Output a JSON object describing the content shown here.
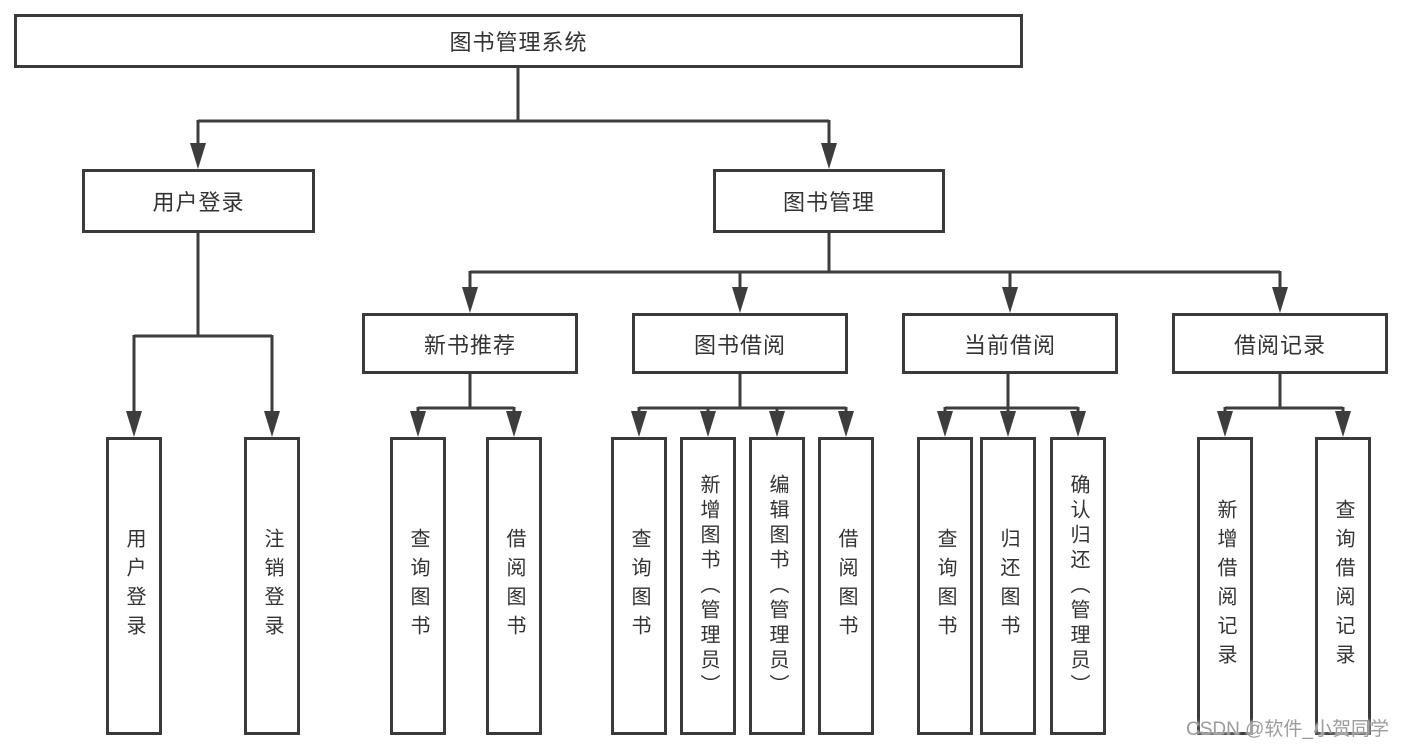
{
  "diagram_title": "图书管理系统",
  "watermark": "CSDN @软件_小贺同学",
  "colors": {
    "line": "#3d3d3d",
    "node_border": "#3a3a3a",
    "text": "#333333",
    "watermark_text": "#9c9c9c",
    "background": "#ffffff"
  },
  "nodes": {
    "root": {
      "label": "图书管理系统"
    },
    "user_login_group": {
      "label": "用户登录"
    },
    "book_management": {
      "label": "图书管理"
    },
    "new_book_recommend": {
      "label": "新书推荐"
    },
    "book_borrowing": {
      "label": "图书借阅"
    },
    "current_borrowing": {
      "label": "当前借阅"
    },
    "borrowing_records": {
      "label": "借阅记录"
    },
    "user_login": {
      "label": "用户登录"
    },
    "logout": {
      "label": "注销登录"
    },
    "nb_query_books": {
      "label": "查询图书"
    },
    "nb_borrow_books": {
      "label": "借阅图书"
    },
    "bb_query_books": {
      "label": "查询图书"
    },
    "bb_add_books": {
      "label": "新增图书（管理员）"
    },
    "bb_edit_books": {
      "label": "编辑图书（管理员）"
    },
    "bb_borrow_books": {
      "label": "借阅图书"
    },
    "cb_query_books": {
      "label": "查询图书"
    },
    "cb_return_books": {
      "label": "归还图书"
    },
    "cb_confirm_return": {
      "label": "确认归还（管理员）"
    },
    "br_add_record": {
      "label": "新增借阅记录"
    },
    "br_query_record": {
      "label": "查询借阅记录"
    }
  }
}
